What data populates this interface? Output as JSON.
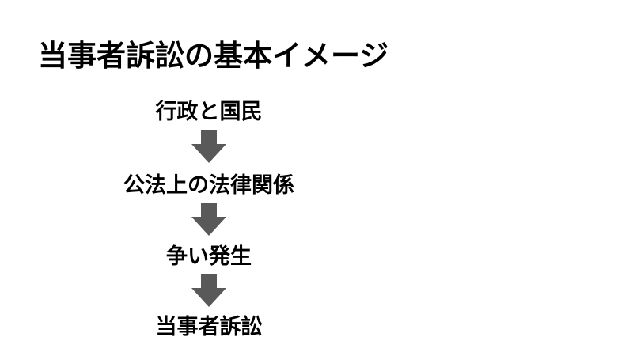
{
  "slide": {
    "title": "当事者訴訟の基本イメージ"
  },
  "flow": {
    "steps": [
      "行政と国民",
      "公法上の法律関係",
      "争い発生",
      "当事者訴訟"
    ],
    "arrow_color": "#595959",
    "arrow_icon": "down-arrow-icon"
  }
}
